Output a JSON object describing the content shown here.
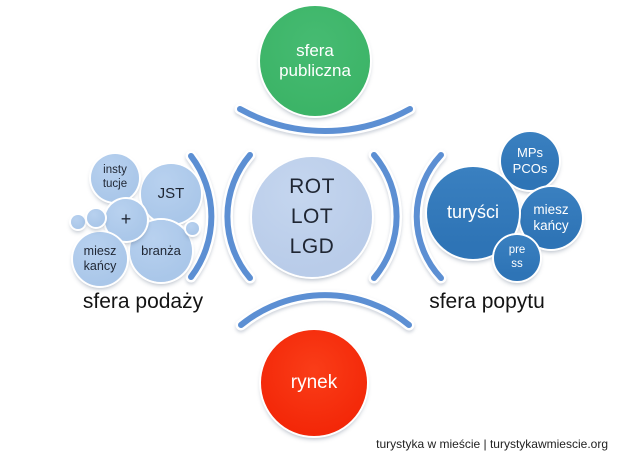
{
  "colors": {
    "public_green": "#3cb467",
    "core_blue": "#b9cce9",
    "market_red": "#f32708",
    "supply_light_blue": "#aac7e9",
    "demand_steel_blue": "#2e74b6",
    "arc_blue": "#5c8fd3"
  },
  "public_circle": {
    "lines": [
      "sfera",
      "publiczna"
    ]
  },
  "center_circle": {
    "lines": [
      "ROT",
      "LOT",
      "LGD"
    ]
  },
  "market_circle": {
    "label": "rynek"
  },
  "supply": {
    "label": "sfera podaży",
    "bubbles": [
      {
        "id": "instytucje",
        "lines": [
          "insty",
          "tucje"
        ]
      },
      {
        "id": "jst",
        "lines": [
          "JST"
        ]
      },
      {
        "id": "plus",
        "lines": [
          "+"
        ]
      },
      {
        "id": "mieszkancy",
        "lines": [
          "miesz",
          "kańcy"
        ]
      },
      {
        "id": "branza",
        "lines": [
          "branża"
        ]
      }
    ]
  },
  "demand": {
    "label": "sfera popytu",
    "bubbles": [
      {
        "id": "turysci",
        "lines": [
          "turyści"
        ]
      },
      {
        "id": "mps_pcos",
        "lines": [
          "MPs",
          "PCOs"
        ]
      },
      {
        "id": "mieszkancy",
        "lines": [
          "miesz",
          "kańcy"
        ]
      },
      {
        "id": "press",
        "lines": [
          "pre",
          "ss"
        ]
      }
    ]
  },
  "footer": {
    "text": "turystyka w mieście | turystykawmiescie.org"
  }
}
